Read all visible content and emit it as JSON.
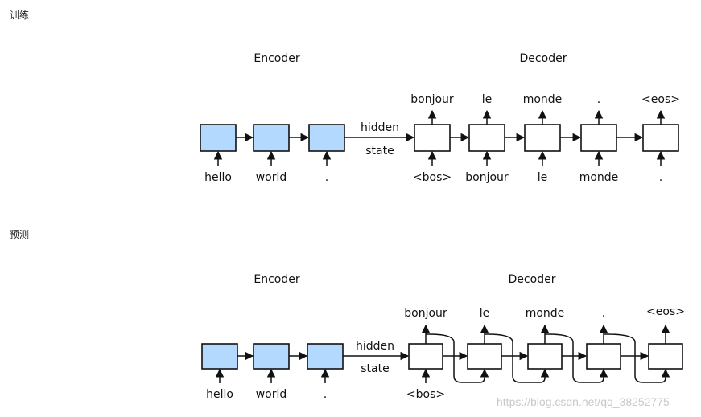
{
  "sections": [
    {
      "label": "训练"
    },
    {
      "label": "预测"
    }
  ],
  "diagrams": [
    {
      "encoder_title": "Encoder",
      "decoder_title": "Decoder",
      "hidden_label_1": "hidden",
      "hidden_label_2": "state",
      "encoder_inputs": [
        "hello",
        "world",
        "."
      ],
      "decoder_inputs": [
        "<bos>",
        "bonjour",
        "le",
        "monde",
        "."
      ],
      "decoder_outputs": [
        "bonjour",
        "le",
        "monde",
        ".",
        "<eos>"
      ]
    },
    {
      "encoder_title": "Encoder",
      "decoder_title": "Decoder",
      "hidden_label_1": "hidden",
      "hidden_label_2": "state",
      "encoder_inputs": [
        "hello",
        "world",
        "."
      ],
      "decoder_inputs": [
        "<bos>"
      ],
      "decoder_outputs": [
        "bonjour",
        "le",
        "monde",
        ".",
        "<eos>"
      ]
    }
  ],
  "colors": {
    "encoder_fill": "#b3d9ff",
    "decoder_fill": "#ffffff",
    "stroke": "#111111"
  },
  "watermark": "https://blog.csdn.net/qq_38252775"
}
